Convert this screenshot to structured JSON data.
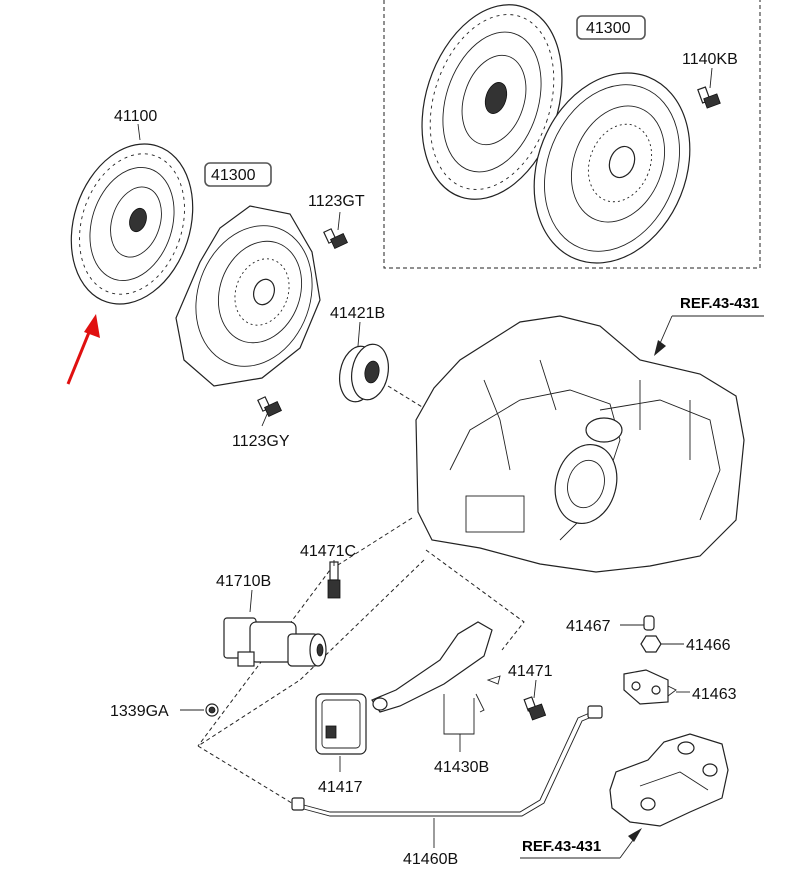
{
  "labels": {
    "l41100": "41100",
    "l41300a": "41300",
    "l41300b": "41300",
    "l1140KB": "1140KB",
    "l1123GT": "1123GT",
    "l1123GY": "1123GY",
    "l41421B": "41421B",
    "lRefTop": "REF.43-431",
    "lRefBottom": "REF.43-431",
    "l41471C": "41471C",
    "l41710B": "41710B",
    "l1339GA": "1339GA",
    "l41467": "41467",
    "l41466": "41466",
    "l41471": "41471",
    "l41463": "41463",
    "l41417": "41417",
    "l41430B": "41430B",
    "l41460B": "41460B"
  },
  "colors": {
    "line": "#222222",
    "arrow": "#e01010",
    "boxed_label_border": "#555555"
  },
  "icons": [
    "red-arrow-icon"
  ]
}
